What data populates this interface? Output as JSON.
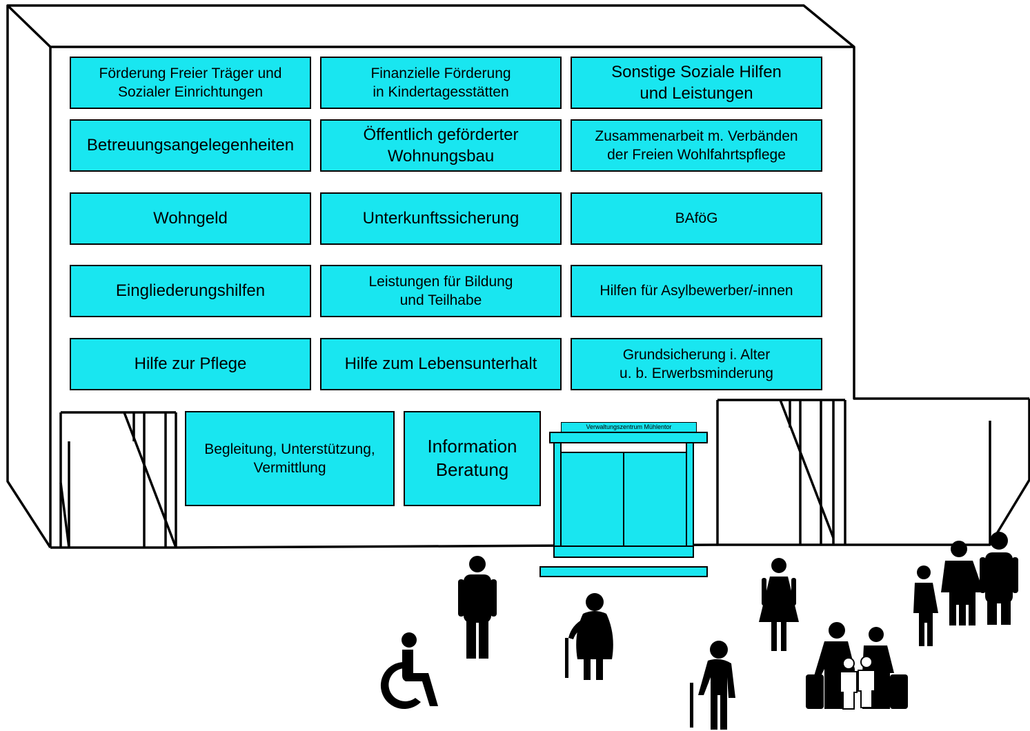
{
  "colors": {
    "box_fill": "#19e6f0",
    "outline": "#000000",
    "people": "#000000"
  },
  "boxes": {
    "r1": [
      "Förderung  Freier Träger und\nSozialer Einrichtungen",
      "Finanzielle Förderung\nin Kindertagesstätten",
      "Sonstige Soziale Hilfen\nund Leistungen"
    ],
    "r2": [
      "Betreuungsangelegenheiten",
      "Öffentlich geförderter\nWohnungsbau",
      "Zusammenarbeit  m.  Verbänden\nder Freien Wohlfahrtspflege"
    ],
    "r3": [
      "Wohngeld",
      "Unterkunftssicherung",
      "BAföG"
    ],
    "r4": [
      "Eingliederungshilfen",
      "Leistungen für Bildung\nund Teilhabe",
      "Hilfen für Asylbewerber/-innen"
    ],
    "r5": [
      "Hilfe zur Pflege",
      "Hilfe zum Lebensunterhalt",
      "Grundsicherung i. Alter\nu. b. Erwerbsminderung"
    ],
    "ground": [
      "Begleitung, Unterstützung,\nVermittlung",
      "Information\nBeratung"
    ]
  },
  "entrance_sign": "Verwaltungszentrum  Mühlentor",
  "icons": [
    "wheelchair-user-icon",
    "man-icon",
    "elderly-woman-with-cane-icon",
    "elderly-man-with-cane-icon",
    "woman-icon",
    "refugee-family-with-luggage-icon",
    "family-icon"
  ]
}
